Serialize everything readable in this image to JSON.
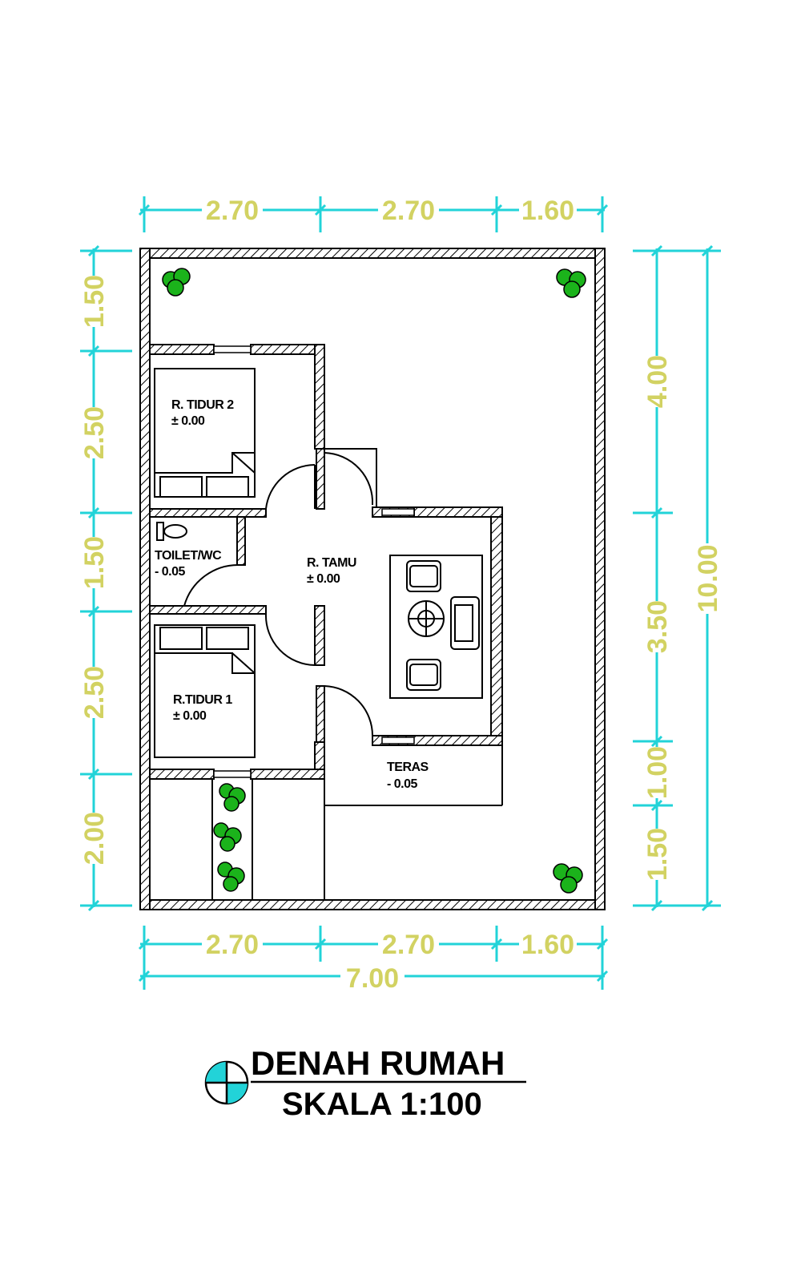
{
  "title": {
    "main": "DENAH RUMAH",
    "scale": "SKALA 1:100"
  },
  "colors": {
    "dimension_line": "#22d3d8",
    "dimension_text": "#d2d262",
    "wall": "#000000",
    "plant": "#1bb31b",
    "title_symbol": "#22d3d8"
  },
  "dimensions": {
    "top": [
      "2.70",
      "2.70",
      "1.60"
    ],
    "bottom": [
      "2.70",
      "2.70",
      "1.60"
    ],
    "bottom_total": "7.00",
    "left": [
      "1.50",
      "2.50",
      "1.50",
      "2.50",
      "2.00"
    ],
    "right_inner": [
      "4.00",
      "3.50",
      "1.00",
      "1.50"
    ],
    "right_total": "10.00"
  },
  "rooms": {
    "tidur2": {
      "name": "R. TIDUR 2",
      "level": "± 0.00"
    },
    "toilet": {
      "name": "TOILET/WC",
      "level": "- 0.05"
    },
    "tamu": {
      "name": "R. TAMU",
      "level": "± 0.00"
    },
    "tidur1": {
      "name": "R.TIDUR 1",
      "level": "± 0.00"
    },
    "teras": {
      "name": "TERAS",
      "level": "- 0.05"
    }
  },
  "icons": [
    "bed-icon",
    "toilet-icon",
    "sofa-set-icon",
    "plant-icon",
    "section-symbol-icon"
  ]
}
